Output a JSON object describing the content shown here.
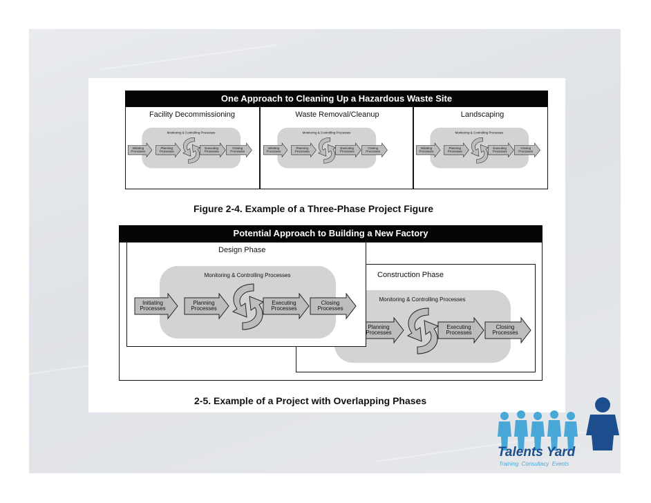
{
  "figure_top": {
    "title": "One Approach to Cleaning Up a Hazardous Waste Site",
    "phases": [
      {
        "label": "Facility Decommissioning"
      },
      {
        "label": "Waste Removal/Cleanup"
      },
      {
        "label": "Landscaping"
      }
    ],
    "caption": "Figure 2-4. Example of a Three-Phase Project Figure"
  },
  "figure_bottom": {
    "title": "Potential Approach to Building a New Factory",
    "phases": [
      {
        "label": "Design Phase"
      },
      {
        "label": "Construction Phase"
      }
    ],
    "caption": "2-5. Example of a Project with Overlapping Phases"
  },
  "process": {
    "monitoring": "Monitoring & Controlling Processes",
    "initiating": [
      "Initiating",
      "Processes"
    ],
    "planning": [
      "Planning",
      "Processes"
    ],
    "executing": [
      "Executing",
      "Processes"
    ],
    "closing": [
      "Closing",
      "Processes"
    ]
  },
  "logo": {
    "name": "Talents Yard",
    "tagline": "Training  Consultacy  Events"
  },
  "colors": {
    "title_bar": "#050505",
    "oval": "#d3d3d3",
    "arrow": "#bdbdbd",
    "logo_blue": "#1c4d8c",
    "logo_sky": "#4aa8d8"
  }
}
